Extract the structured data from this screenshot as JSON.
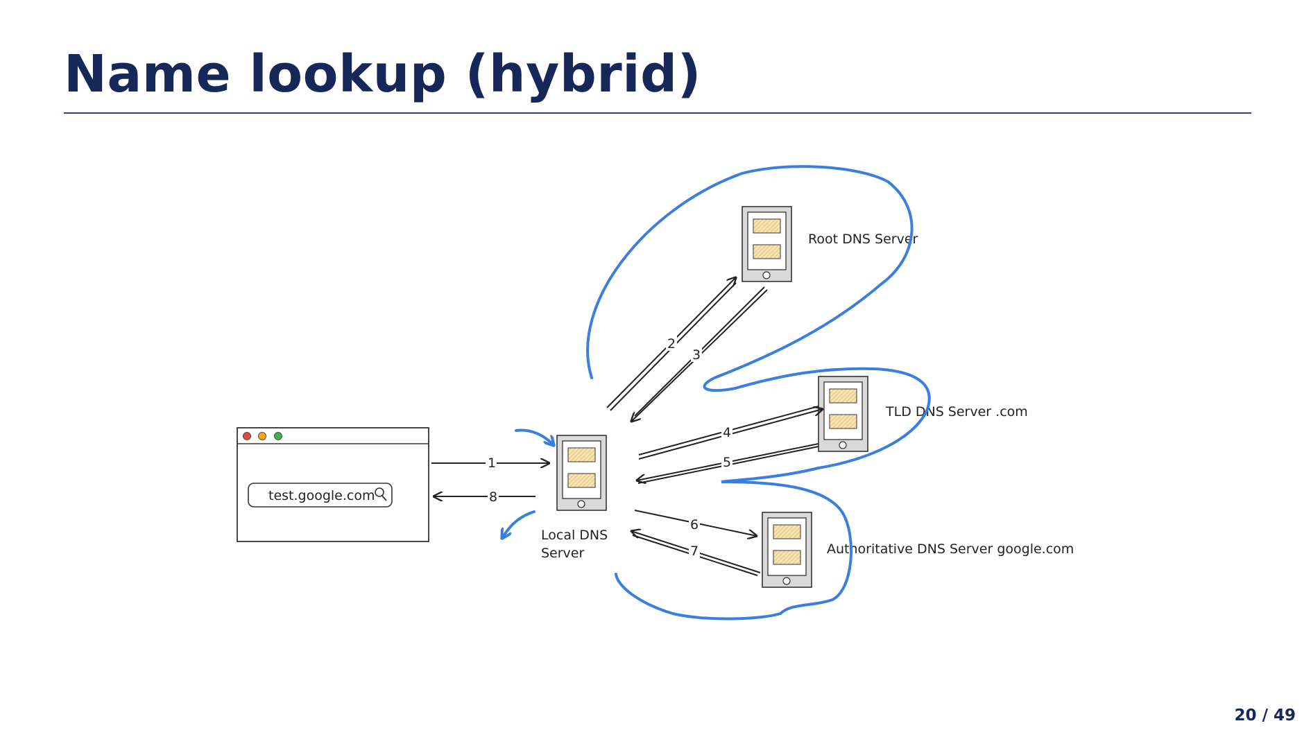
{
  "slide": {
    "title": "Name lookup (hybrid)",
    "page": {
      "current": "20",
      "separator": "/",
      "total": "49"
    }
  },
  "diagram": {
    "browser": {
      "url": "test.google.com"
    },
    "servers": {
      "root": "Root DNS Server",
      "tld": "TLD DNS Server .com",
      "auth": "Authoritative DNS Server google.com",
      "local_line1": "Local DNS",
      "local_line2": "Server"
    },
    "steps": [
      "1",
      "2",
      "3",
      "4",
      "5",
      "6",
      "7",
      "8"
    ]
  },
  "colors": {
    "title": "#16285a",
    "annotation": "#3a7fde",
    "server_body": "#d9d9d9",
    "disk": "#f5dfa6"
  }
}
